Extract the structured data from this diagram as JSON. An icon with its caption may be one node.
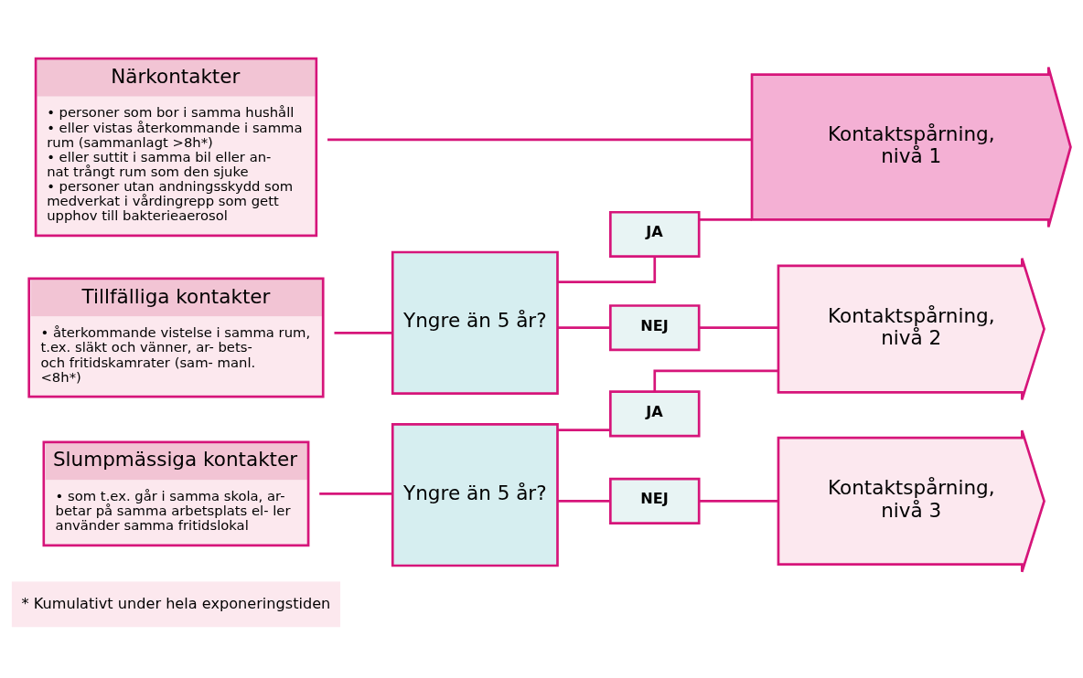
{
  "diagram": {
    "nodes": [
      {
        "text": [
          "Närkontakter",
          "• personer som bor i samma hushåll",
          "• eller vistas återkommande i samma rum (sammanlagt >8h*)",
          "• eller suttit i samma bil eller an- nat trångt rum som den sjuke",
          "• personer utan andningsskydd som medverkat i vårdingrepp som gett upphov till bakterieaerosol"
        ]
      },
      {
        "text": [
          "Tillfälliga kontakter",
          "• återkommande vistelse i samma rum, t.ex. släkt och vänner, ar- bets- och fritidskamrater (sam- manl. <8h*)"
        ]
      },
      {
        "text": [
          "Slumpmässiga kontakter",
          "• som t.ex. går i samma skola, ar- betar på samma arbetsplats el- ler använder samma fritidslokal"
        ]
      },
      {
        "text": [
          "Yngre än 5 år?"
        ]
      },
      {
        "text": [
          "Yngre än 5 år?"
        ]
      },
      {
        "text": [
          "JA"
        ]
      },
      {
        "text": [
          "NEJ"
        ]
      },
      {
        "text": [
          "JA"
        ]
      },
      {
        "text": [
          "NEJ"
        ]
      },
      {
        "text": [
          "Kontaktspårning, nivå 1"
        ]
      },
      {
        "text": [
          "Kontaktspårning, nivå 2"
        ]
      },
      {
        "text": [
          "Kontaktspårning, nivå 3"
        ]
      }
    ],
    "edges": [
      {
        "from": 0,
        "to": 9,
        "arrow": "none"
      },
      {
        "from": 1,
        "to": 3,
        "arrow": "none"
      },
      {
        "from": 2,
        "to": 4,
        "arrow": "none"
      },
      {
        "from": 3,
        "to": 5,
        "arrow": "none"
      },
      {
        "from": 3,
        "to": 6,
        "arrow": "none"
      },
      {
        "from": 5,
        "to": 9,
        "arrow": "none"
      },
      {
        "from": 6,
        "to": 10,
        "arrow": "none"
      },
      {
        "from": 4,
        "to": 7,
        "arrow": "none"
      },
      {
        "from": 4,
        "to": 8,
        "arrow": "none"
      },
      {
        "from": 7,
        "to": 10,
        "arrow": "none"
      },
      {
        "from": 8,
        "to": 11,
        "arrow": "none"
      }
    ],
    "labels": [
      "* Kumulativt under hela exponeringstiden"
    ]
  }
}
